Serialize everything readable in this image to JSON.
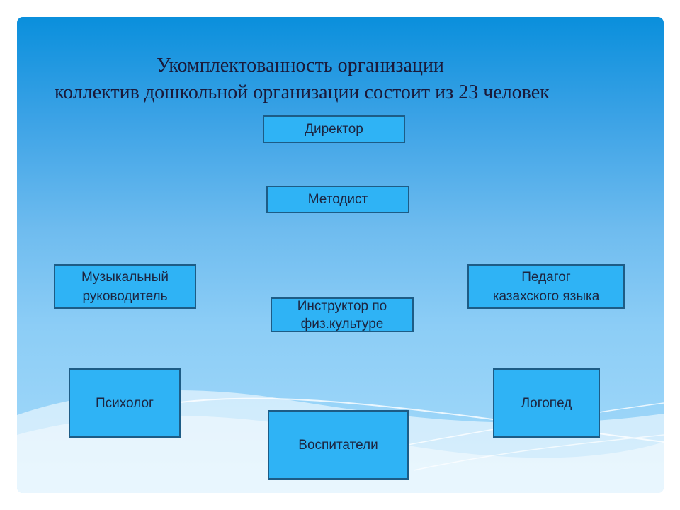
{
  "title": {
    "line1": "Укомплектованность организации",
    "line2": "коллектив дошкольной организации состоит из 23 человек"
  },
  "nodes": {
    "director": "Директор",
    "methodist": "Методист",
    "music": [
      "Музыкальный",
      "руководитель"
    ],
    "kazakh": [
      "Педагог",
      "казахского языка"
    ],
    "pe": [
      "Инструктор по",
      "физ.культуре"
    ],
    "psychologist": "Психолог",
    "speech": "Логопед",
    "educators": "Воспитатели"
  },
  "colors": {
    "node_fill": "#2fb3f5",
    "node_border": "#1d5c86",
    "background_top": "#0a8fdc",
    "background_bottom": "#a6dbfa"
  }
}
